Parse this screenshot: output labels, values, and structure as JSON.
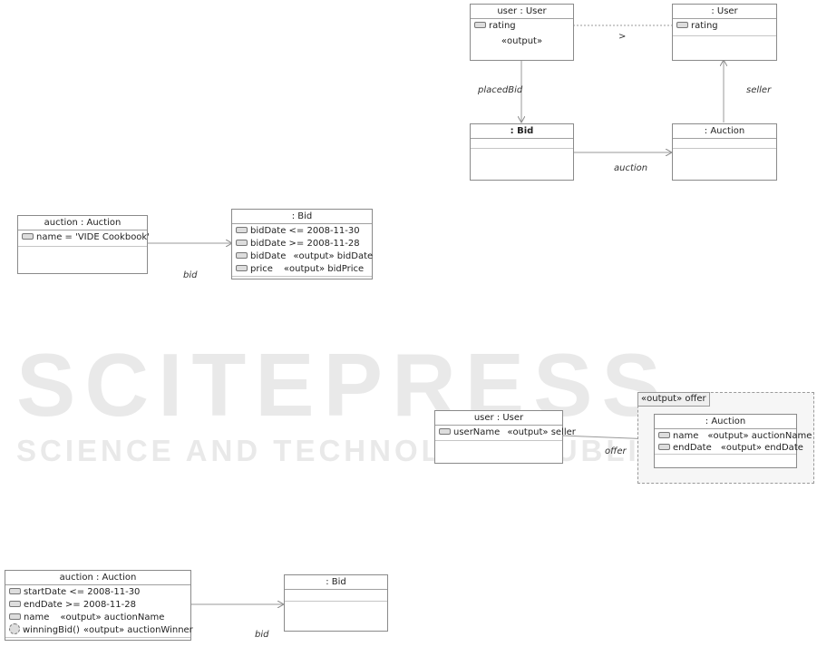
{
  "watermark": {
    "title": "SCITEPRESS",
    "subtitle": "SCIENCE AND TECHNOLOGY PUBLICATIONS"
  },
  "diagram_top_right": {
    "user_box": {
      "title": "user : User",
      "attr": "rating",
      "stereotype": "«output»"
    },
    "rating_compare_label": ">",
    "user2_box": {
      "title": ": User",
      "attr": "rating"
    },
    "placed_bid_label": "placedBid",
    "seller_label": "seller",
    "bid_box": {
      "title": ": Bid"
    },
    "auction_box": {
      "title": ": Auction"
    },
    "auction_label": "auction"
  },
  "diagram_middle_left": {
    "auction_box": {
      "title": "auction : Auction",
      "attr": "name = 'VIDE Cookbook'"
    },
    "bid_box": {
      "title": ": Bid",
      "attrs": [
        {
          "text": "bidDate <= 2008-11-30"
        },
        {
          "text": "bidDate >= 2008-11-28"
        },
        {
          "name": "bidDate",
          "stereo": "«output» bidDate"
        },
        {
          "name": "price",
          "stereo": "«output» bidPrice"
        }
      ]
    },
    "bid_label": "bid"
  },
  "diagram_middle_right": {
    "user_box": {
      "title": "user : User",
      "attr_name": "userName",
      "attr_stereo": "«output» seller"
    },
    "group_label": "«output» offer",
    "auction_box": {
      "title": ": Auction",
      "attrs": [
        {
          "name": "name",
          "stereo": "«output» auctionName"
        },
        {
          "name": "endDate",
          "stereo": "«output» endDate"
        }
      ]
    },
    "offer_label": "offer"
  },
  "diagram_bottom_left": {
    "auction_box": {
      "title": "auction : Auction",
      "attrs": [
        {
          "text": "startDate <= 2008-11-30"
        },
        {
          "text": "endDate >= 2008-11-28"
        },
        {
          "name": "name",
          "stereo": "«output» auctionName"
        },
        {
          "name": "winningBid()",
          "stereo": "«output» auctionWinner"
        }
      ]
    },
    "bid_box": {
      "title": ": Bid"
    },
    "bid_label": "bid"
  }
}
